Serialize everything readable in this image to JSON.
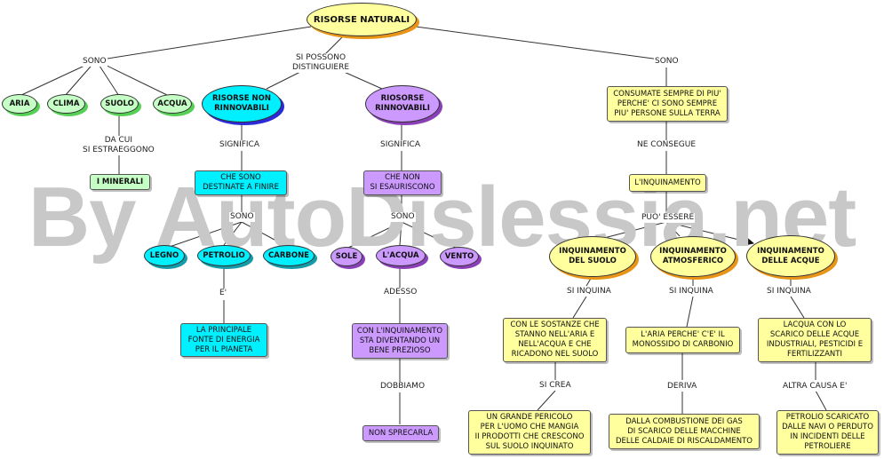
{
  "watermark": "By AutoDislessia.net",
  "colors": {
    "yellow": "#ffff9e",
    "cyan": "#00f0ff",
    "light_green": "#c6ffc6",
    "violet": "#cc99ff",
    "line": "#333333"
  },
  "root": "RISORSE NATURALI",
  "labels": {
    "sono_left": "SONO",
    "si_possono": "SI POSSONO\nDISTINGUIERE",
    "sono_right": "SONO",
    "da_cui": "DA CUI\nSI ESTRAEGGONO",
    "significa_1": "SIGNIFICA",
    "significa_2": "SIGNIFICA",
    "sono_nr": "SONO",
    "sono_r": "SONO",
    "e": "E'",
    "adesso": "ADESSO",
    "dobbiamo": "DOBBIAMO",
    "ne_consegue": "NE CONSEGUE",
    "puo_essere": "PUO' ESSERE",
    "si_inquina_1": "SI INQUINA",
    "si_inquina_2": "SI INQUINA",
    "si_inquina_3": "SI INQUINA",
    "si_crea": "SI CREA",
    "deriva": "DERIVA",
    "altra_causa": "ALTRA CAUSA E'"
  },
  "nodes": {
    "aria": "ARIA",
    "clima": "CLIMA",
    "suolo": "SUOLO",
    "acqua": "ACQUA",
    "minerali": "I MINERALI",
    "non_rinnovabili": "RISORSE NON\nRINNOVABILI",
    "rinnovabili": "RIOSORSE\nRINNOVABILI",
    "destinate": "CHE SONO\nDESTINATE A FINIRE",
    "non_esauriscono": "CHE NON\nSI ESAURISCONO",
    "legno": "LEGNO",
    "petrolio": "PETROLIO",
    "carbone": "CARBONE",
    "sole": "SOLE",
    "l_acqua": "L'ACQUA",
    "vento": "VENTO",
    "principale": "LA PRINCIPALE\nFONTE DI ENERGIA\nPER IL PIANETA",
    "bene_prezioso": "CON L'INQUINAMENTO\nSTA DIVENTANDO UN\nBENE PREZIOSO",
    "non_sprecarla": "NON SPRECARLA",
    "consumate": "CONSUMATE SEMPRE DI PIU'\nPERCHE' CI SONO SEMPRE\nPIU' PERSONE SULLA TERRA",
    "inquinamento": "L'INQUINAMENTO",
    "inq_suolo": "INQUINAMENTO\nDEL SUOLO",
    "inq_atmosferico": "INQUINAMENTO\nATMOSFERICO",
    "inq_acque": "INQUINAMENTO\nDELLE ACQUE",
    "sostanze": "CON LE SOSTANZE CHE\nSTANNO NELL'ARIA E\nNELL'ACQUA E CHE\nRICADONO NEL SUOLO",
    "aria_carbonio": "L'ARIA PERCHE' C'E' IL\nMONOSSIDO DI CARBONIO",
    "scarico_acque": "LACQUA CON LO\nSCARICO DELLE ACQUE\nINDUSTRIALI, PESTICIDI E\nFERTILIZZANTI",
    "pericolo": "UN GRANDE PERICOLO\nPER L'UOMO CHE MANGIA\nII PRODOTTI CHE CRESCONO\nSUL SUOLO INQUINATO",
    "combustione": "DALLA COMBUSTIONE DEI GAS\nDI SCARICO DELLE MACCHINE\nDELLE CALDAIE DI RISCALDAMENTO",
    "petrolio_scaricato": "PETROLIO SCARICATO\nDALLE NAVI O PERDUTO\nIN INCIDENTI DELLE\nPETROLIERE"
  }
}
